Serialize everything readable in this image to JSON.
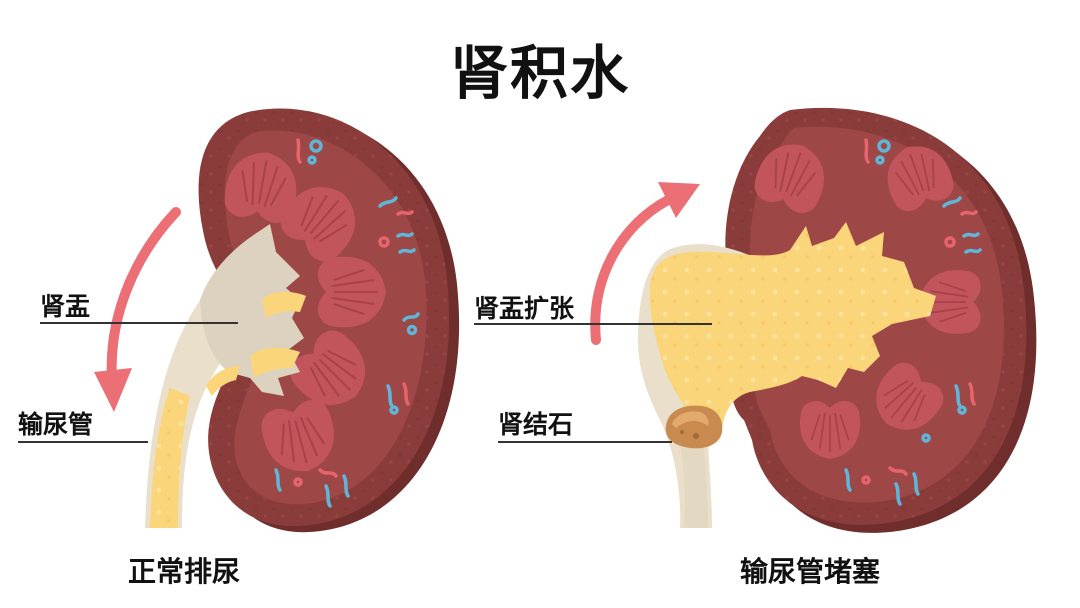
{
  "title": "肾积水",
  "left_kidney": {
    "labels": {
      "pelvis": "肾盂",
      "ureter": "输尿管"
    },
    "caption": "正常排尿"
  },
  "right_kidney": {
    "labels": {
      "pelvis_dilated": "肾盂扩张",
      "stone": "肾结石"
    },
    "caption": "输尿管堵塞"
  },
  "colors": {
    "kidney_outer": "#8a3c3a",
    "kidney_side": "#6f2d2c",
    "kidney_inner": "#9d4746",
    "pyramid": "#c2545c",
    "pelvis_normal": "#ddd2bf",
    "urine": "#fbd57a",
    "ureter_wall": "#e9dfca",
    "stone": "#c98a50",
    "arrow": "#ec6f75",
    "vessel_blue": "#5fb6d9",
    "vessel_red": "#e8646c"
  }
}
